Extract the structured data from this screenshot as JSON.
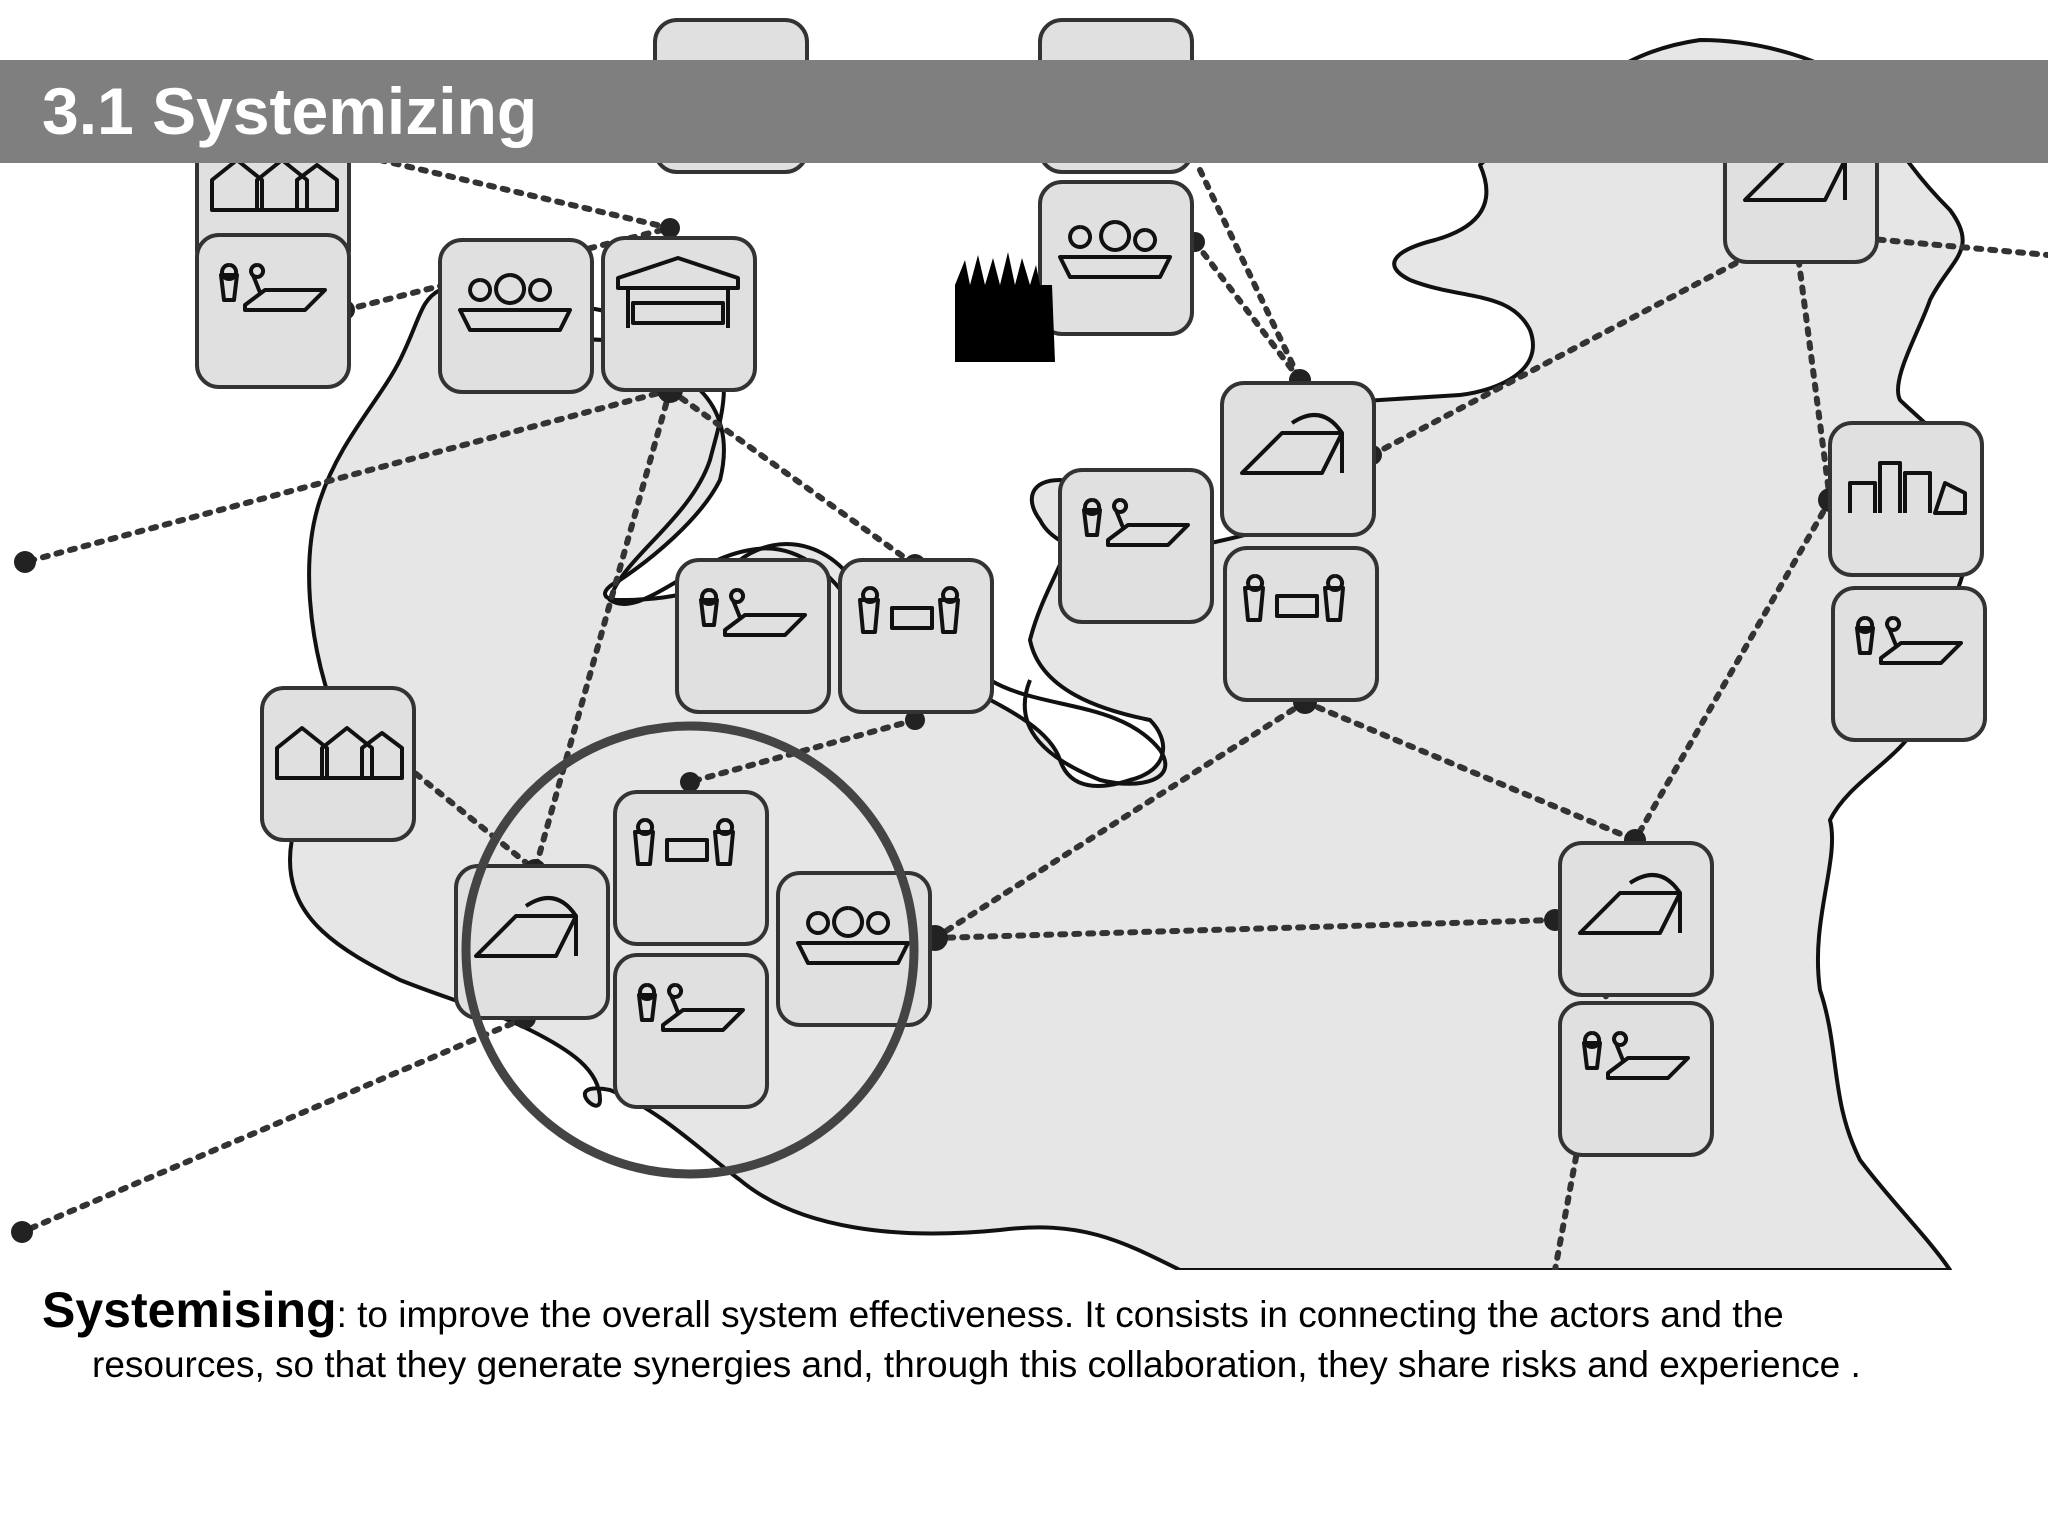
{
  "header": {
    "title": "3.1 Systemizing"
  },
  "caption": {
    "term": "Systemising",
    "line1": ": to improve the overall system  effectiveness. It consists in connecting the actors and the",
    "line2": "resources, so that they generate synergies and, through this collaboration, they share risks and experience ."
  },
  "colors": {
    "title_bar": "#7f7f7f",
    "title_text": "#ffffff",
    "region_fill": "#e6e6e6",
    "node_fill": "#e0e0e0",
    "line": "#333333",
    "circle": "#444444"
  },
  "diagram": {
    "network": {
      "nodes": [
        {
          "name": "top-left",
          "icon": "houses-row-icon"
        },
        {
          "name": "figure-field",
          "icon": "person-field-icon"
        },
        {
          "name": "boat-crowd",
          "icon": "boat-crowd-icon"
        },
        {
          "name": "market-stall",
          "icon": "market-stall-icon"
        },
        {
          "name": "top-mid-a",
          "icon": "blank-tile-icon"
        },
        {
          "name": "top-mid-b",
          "icon": "blank-tile-icon"
        },
        {
          "name": "boat-people",
          "icon": "boat-people-icon"
        },
        {
          "name": "factory",
          "icon": "factory-icon"
        },
        {
          "name": "farmer-mid",
          "icon": "person-field-icon"
        },
        {
          "name": "trade-mid",
          "icon": "people-trade-icon"
        },
        {
          "name": "left-house",
          "icon": "houses-row-icon"
        },
        {
          "name": "cluster-left",
          "icon": "tent-icon"
        },
        {
          "name": "cluster-trade",
          "icon": "people-trade-icon"
        },
        {
          "name": "cluster-field",
          "icon": "person-field-icon"
        },
        {
          "name": "cluster-boat",
          "icon": "boat-crowd-icon"
        },
        {
          "name": "farmer-center",
          "icon": "person-field-icon"
        },
        {
          "name": "tent-center",
          "icon": "tent-icon"
        },
        {
          "name": "trade-center",
          "icon": "people-trade-icon"
        },
        {
          "name": "top-right",
          "icon": "tent-icon"
        },
        {
          "name": "right-city",
          "icon": "city-icon"
        },
        {
          "name": "right-farmer",
          "icon": "person-field-icon"
        },
        {
          "name": "bottom-tent",
          "icon": "tent-icon"
        },
        {
          "name": "bottom-farmer",
          "icon": "person-field-icon"
        }
      ]
    }
  }
}
